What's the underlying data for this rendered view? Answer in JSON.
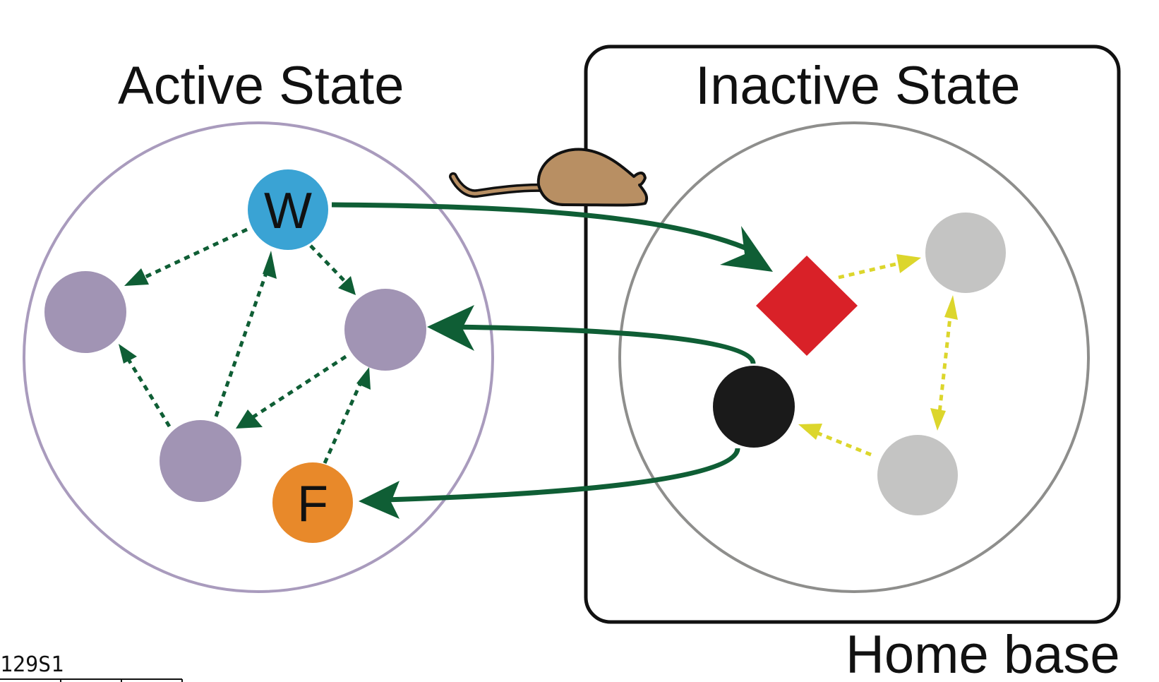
{
  "labels": {
    "active_state": "Active State",
    "inactive_state": "Inactive State",
    "home_base": "Home base",
    "strain": "129S1"
  },
  "nodes": {
    "w": {
      "label": "W",
      "color": "#3aa3d4"
    },
    "f": {
      "label": "F",
      "color": "#e8892a"
    },
    "active_generic": {
      "color": "#a194b4"
    },
    "inactive_generic": {
      "color": "#c4c4c3"
    },
    "entry": {
      "shape": "diamond",
      "color": "#d92128"
    },
    "exit": {
      "color": "#1a1a1a"
    }
  },
  "colors": {
    "active_circle": "#a99bbd",
    "inactive_circle": "#8e8e8c",
    "home_box": "#111111",
    "transition_arrow": "#0f5e35",
    "active_dotted": "#0f5e35",
    "inactive_dotted": "#dcd62c",
    "mouse_body": "#b88f63"
  },
  "icons": {
    "mouse": "mouse-icon"
  }
}
